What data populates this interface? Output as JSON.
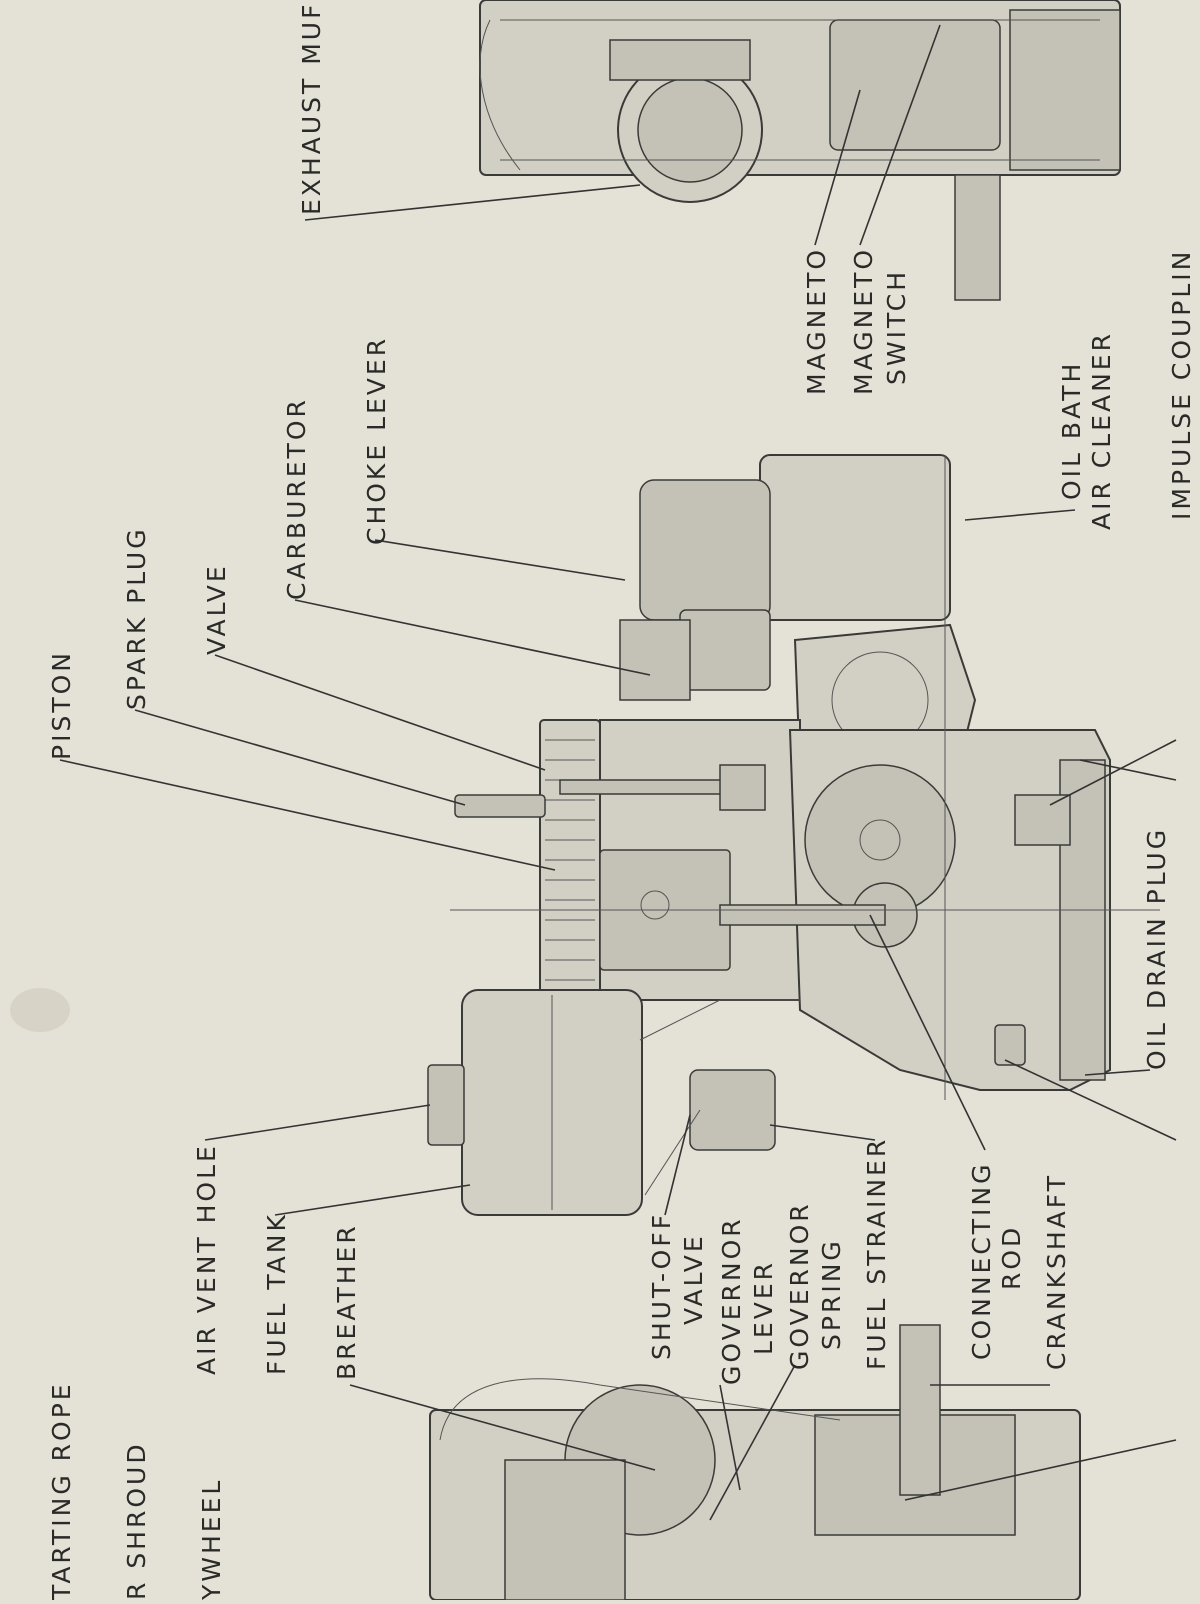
{
  "diagram": {
    "labels": {
      "piston": "PISTON",
      "spark_plug": "SPARK PLUG",
      "valve": "VALVE",
      "carburetor": "CARBURETOR",
      "choke_lever": "CHOKE LEVER",
      "magneto": "MAGNETO",
      "magneto_switch_1": "MAGNETO",
      "magneto_switch_2": "SWITCH",
      "oil_bath_1": "OIL BATH",
      "oil_bath_2": "AIR CLEANER",
      "exhaust_muffler": "EXHAUST MUF",
      "impulse_coupling": "IMPULSE COUPLIN",
      "oil_drain_plug": "OIL DRAIN PLUG",
      "air_vent_hole": "AIR VENT HOLE",
      "fuel_tank": "FUEL TANK",
      "breather": "BREATHER",
      "shutoff_valve_1": "SHUT-OFF",
      "shutoff_valve_2": "VALVE",
      "governor_lever_1": "GOVERNOR",
      "governor_lever_2": "LEVER",
      "governor_spring_1": "GOVERNOR",
      "governor_spring_2": "SPRING",
      "fuel_strainer": "FUEL STRAINER",
      "connecting_rod_1": "CONNECTING",
      "connecting_rod_2": "ROD",
      "crankshaft": "CRANKSHAFT",
      "starting_rope": "TARTING ROPE",
      "air_shroud": "R SHROUD",
      "flywheel": "YWHEEL"
    }
  }
}
